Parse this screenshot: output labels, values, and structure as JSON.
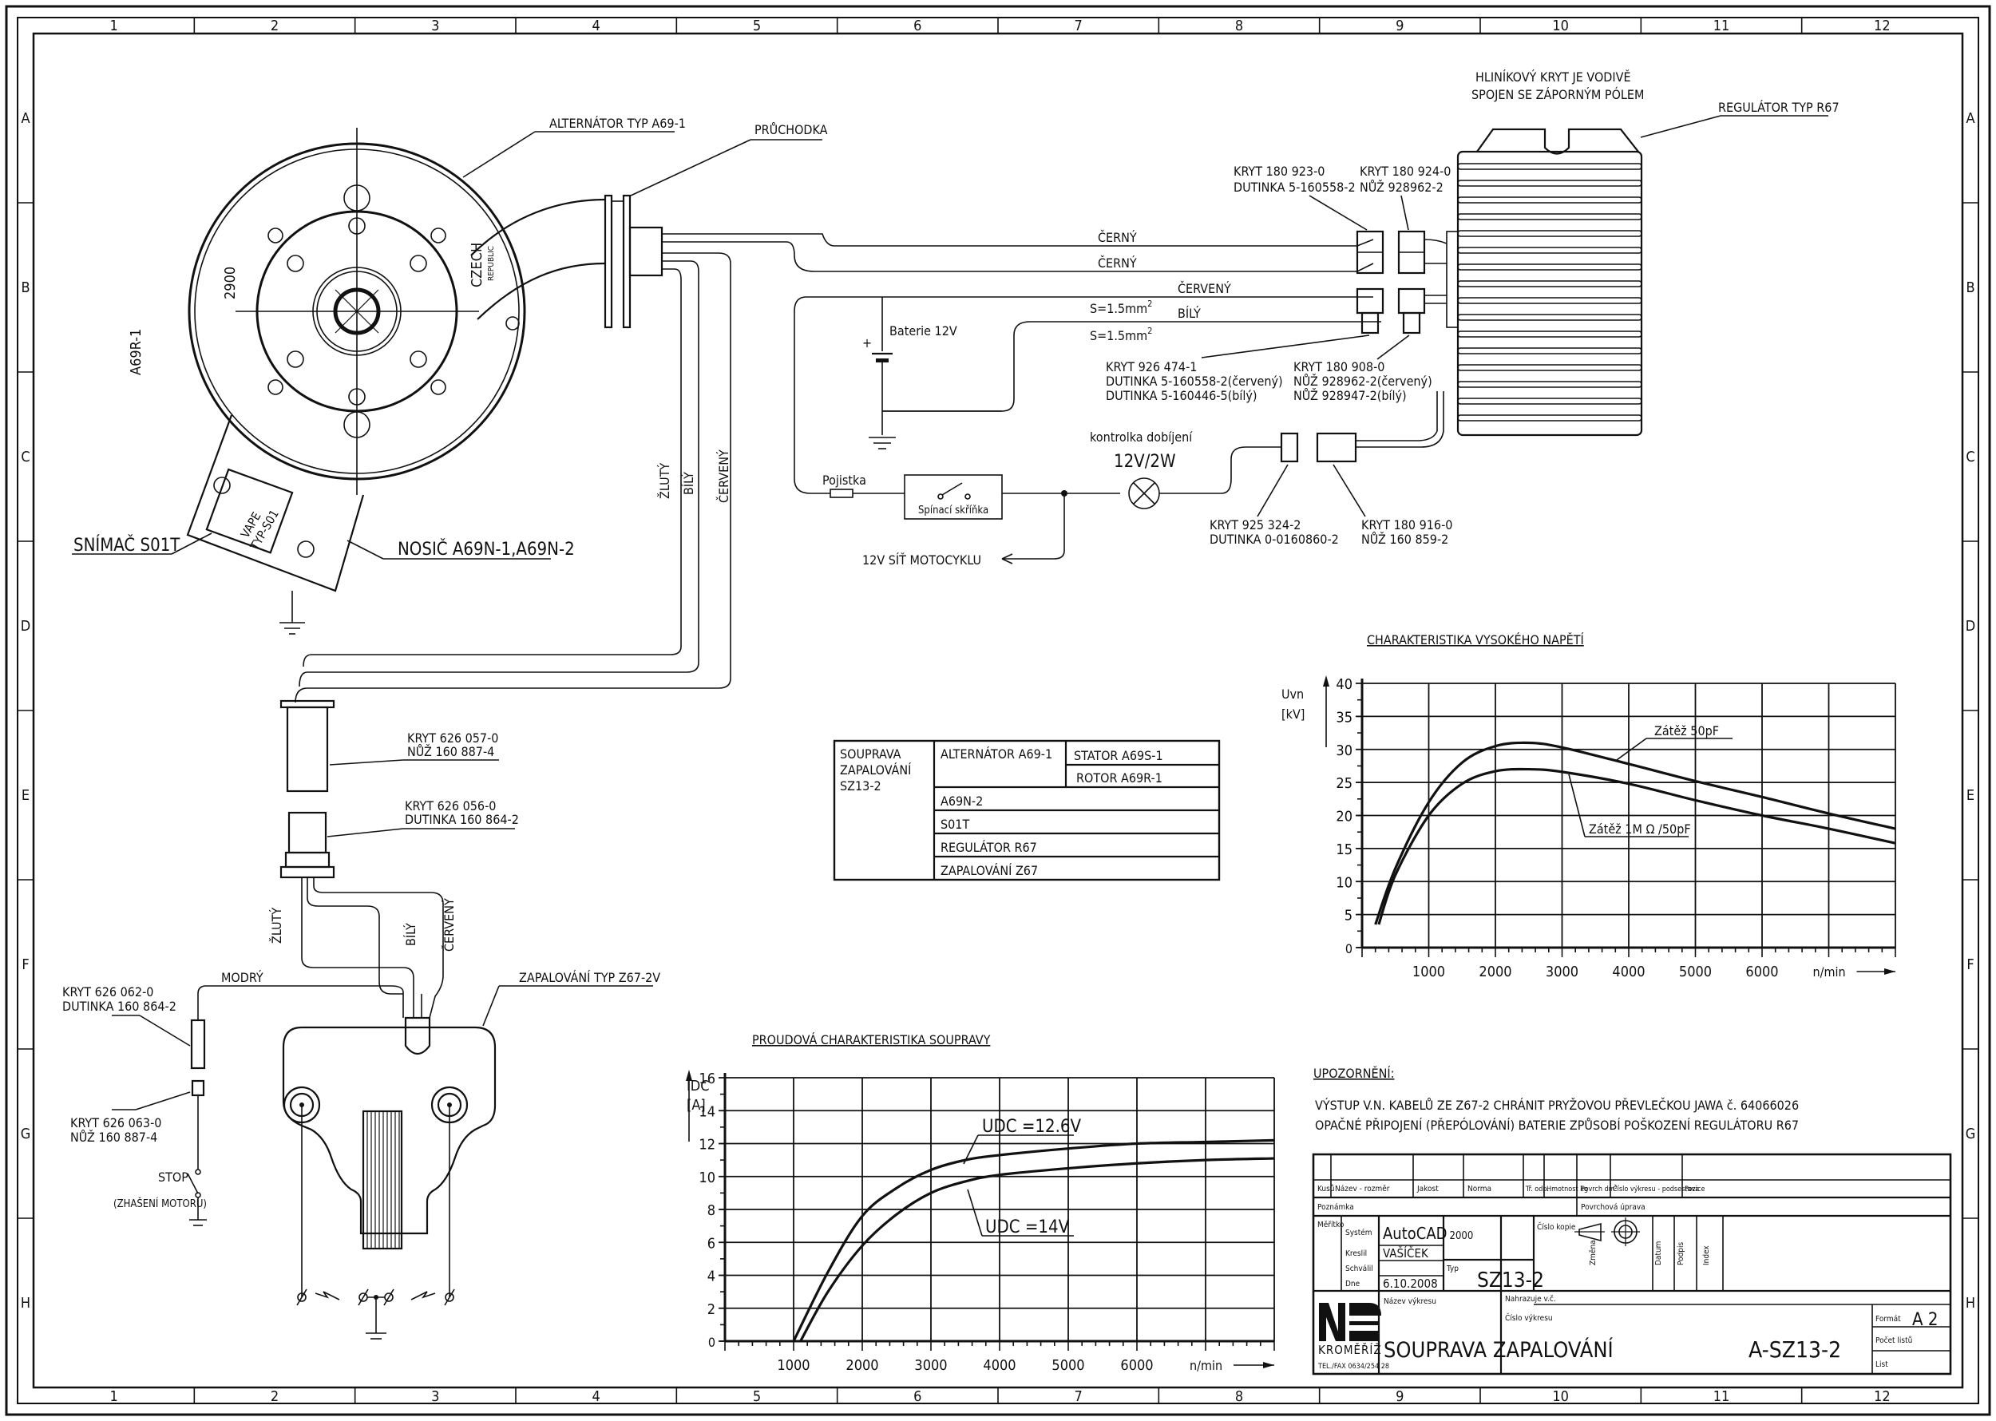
{
  "frame": {
    "columns": [
      "1",
      "2",
      "3",
      "4",
      "5",
      "6",
      "7",
      "8",
      "9",
      "10",
      "11",
      "12"
    ],
    "rows": [
      "A",
      "B",
      "C",
      "D",
      "E",
      "F",
      "G",
      "H"
    ]
  },
  "alternator": {
    "label": "ALTERNÁTOR TYP A69-1",
    "rotor_marking": "A69R-1",
    "rotor_number": "2900",
    "country": "CZECH",
    "country_sub": "REPUBLIC",
    "sensor_label": "SNÍMAČ S01T",
    "sensor_marking_1": "VAPE",
    "sensor_marking_2": "TYP-S01",
    "carrier_label": "NOSIČ A69N-1,A69N-2"
  },
  "grommet": {
    "label": "PRŮCHODKA"
  },
  "regulator": {
    "label": "REGULÁTOR TYP R67",
    "note_line1": "HLINÍKOVÝ KRYT JE VODIVĚ",
    "note_line2": "SPOJEN SE ZÁPORNÝM PÓLEM",
    "conn_a_line1": "KRYT 180 923-0",
    "conn_a_line2": "DUTINKA 5-160558-2",
    "conn_b_line1": "KRYT 180 924-0",
    "conn_b_line2": "NŮŽ 928962-2",
    "conn_c_line1": "KRYT 926 474-1",
    "conn_c_line2": "DUTINKA 5-160558-2(červený)",
    "conn_c_line3": "DUTINKA 5-160446-5(bílý)",
    "conn_d_line1": "KRYT 180 908-0",
    "conn_d_line2": "NŮŽ 928962-2(červený)",
    "conn_d_line3": "NŮŽ 928947-2(bílý)",
    "conn_e_line1": "KRYT 925 324-2",
    "conn_e_line2": "DUTINKA 0-0160860-2",
    "conn_f_line1": "KRYT 180 916-0",
    "conn_f_line2": "NŮŽ 160 859-2"
  },
  "wires": {
    "black1": "ČERNÝ",
    "black2": "ČERNÝ",
    "red": "ČERVENÝ",
    "white": "BÍLÝ",
    "cross_section_1": "S=1.5mm",
    "cross_section_2": "S=1.5mm",
    "sup": "2",
    "yellow": "ŽLUTÝ",
    "white_v": "BÍLÝ",
    "red_v": "ČERVENÝ",
    "yellow2": "ŽLUTÝ",
    "white2": "BÍLÝ",
    "red2": "ČERVENÝ",
    "blue": "MODRÝ"
  },
  "circuit": {
    "battery": "Baterie 12V",
    "plus": "+",
    "fuse": "Pojistka",
    "switchbox": "Spínací skříňka",
    "lamp_label": "kontrolka dobíjení",
    "lamp_rating": "12V/2W",
    "network": "12V SÍŤ MOTOCYKLU"
  },
  "ignition_connectors": {
    "c1_line1": "KRYT 626 057-0",
    "c1_line2": "NŮŽ 160 887-4",
    "c2_line1": "KRYT 626 056-0",
    "c2_line2": "DUTINKA 160 864-2",
    "c3_line1": "KRYT 626 062-0",
    "c3_line2": "DUTINKA 160 864-2",
    "c4_line1": "KRYT 626 063-0",
    "c4_line2": "NŮŽ 160 887-4",
    "stop": "STOP",
    "stop_note": "(ZHAŠENÍ MOTORU)",
    "ignition_label": "ZAPALOVÁNÍ TYP Z67-2V"
  },
  "parts_table": {
    "set_line1": "SOUPRAVA",
    "set_line2": "ZAPALOVÁNÍ",
    "set_line3": "SZ13-2",
    "alternator": "ALTERNÁTOR A69-1",
    "stator": "STATOR A69S-1",
    "rotor": "ROTOR A69R-1",
    "rows": [
      "A69N-2",
      "S01T",
      "REGULÁTOR R67",
      "ZAPALOVÁNÍ Z67"
    ]
  },
  "notice": {
    "title": "UPOZORNĚNÍ:",
    "line1": "VÝSTUP V.N. KABELŮ ZE Z67-2 CHRÁNIT PRYŽOVOU PŘEVLEČKOU JAWA č. 64066026",
    "line2": "OPAČNÉ PŘIPOJENÍ (PŘEPÓLOVÁNÍ) BATERIE ZPŮSOBÍ POŠKOZENÍ REGULÁTORU R67"
  },
  "title_block": {
    "h_kusu": "Kusů",
    "h_nazev": "Název - rozměr",
    "h_jakost": "Jakost",
    "h_norma": "Norma",
    "h_trodp": "Tř. odp.",
    "h_hmotnost": "Hmotnost kg",
    "h_povrch": "Povrch dm²",
    "h_cislo_podsestava": "Číslo výkresu - podsestava",
    "h_pozice": "Pozice",
    "poznamka": "Poznámka",
    "povrchova_uprava": "Povrchová úprava",
    "meritko": "Měřítko",
    "system_label": "Systém",
    "system_value": "AutoCAD",
    "system_version": "2000",
    "kreslil_label": "Kreslil",
    "kreslil_value": "VAŠÍČEK",
    "schvalil_label": "Schválil",
    "dne_label": "Dne",
    "dne_value": "6.10.2008",
    "typ_label": "Typ",
    "typ_value": "SZ13-2",
    "cislo_kopie": "Číslo kopie",
    "zmena": "Změna",
    "datum": "Datum",
    "podpis": "Podpis",
    "index": "Index",
    "company": "KROMĚŘÍŽ",
    "phone": "TEL./FAX   0634/254 28",
    "nazev_vykresu_label": "Název výkresu",
    "nazev_vykresu": "SOUPRAVA ZAPALOVÁNÍ",
    "nahrazuje": "Nahrazuje v.č.",
    "cislo_vykresu_label": "Číslo výkresu",
    "cislo_vykresu": "A-SZ13-2",
    "format_label": "Formát",
    "format_value": "A 2",
    "pocet_listu": "Počet listů",
    "list": "List"
  },
  "chart_data": [
    {
      "type": "line",
      "title": "CHARAKTERISTIKA VYSOKÉHO NAPĚTÍ",
      "ylabel_line1": "Uvn",
      "ylabel_line2": "[kV]",
      "xlabel": "n/min",
      "xlim": [
        0,
        8000
      ],
      "ylim": [
        0,
        40
      ],
      "xticks": [
        1000,
        2000,
        3000,
        4000,
        5000,
        6000
      ],
      "yticks": [
        0,
        5,
        10,
        15,
        20,
        25,
        30,
        35,
        40
      ],
      "grid": true,
      "series": [
        {
          "name": "Zátěž 50pF",
          "x": [
            200,
            500,
            1000,
            1500,
            2000,
            2500,
            3000,
            4000,
            5000,
            6000,
            7000,
            8000
          ],
          "y": [
            3.5,
            12,
            22,
            28,
            30.5,
            31,
            30.3,
            27.8,
            25.2,
            22.8,
            20.3,
            18
          ]
        },
        {
          "name": "Zátěž 1M Ω /50pF",
          "x": [
            250,
            500,
            1000,
            1500,
            2000,
            2500,
            3000,
            4000,
            5000,
            6000,
            7000,
            8000
          ],
          "y": [
            3.5,
            11,
            20,
            24.8,
            26.7,
            27,
            26.6,
            24.8,
            22.3,
            20,
            18,
            15.8
          ]
        }
      ]
    },
    {
      "type": "line",
      "title": "PROUDOVÁ CHARAKTERISTIKA SOUPRAVY",
      "ylabel_line1": "IDC",
      "ylabel_line2": "[A]",
      "xlabel": "n/min",
      "xlim": [
        0,
        8000
      ],
      "ylim": [
        0,
        16
      ],
      "xticks": [
        1000,
        2000,
        3000,
        4000,
        5000,
        6000
      ],
      "yticks": [
        0,
        2,
        4,
        6,
        8,
        10,
        12,
        14,
        16
      ],
      "grid": true,
      "series": [
        {
          "name": "UDC =12.6V",
          "x": [
            1000,
            1500,
            2000,
            2500,
            3000,
            3500,
            4000,
            5000,
            6000,
            7000,
            8000
          ],
          "y": [
            0,
            4.2,
            7.6,
            9.3,
            10.4,
            11,
            11.3,
            11.7,
            12,
            12.1,
            12.2
          ]
        },
        {
          "name": "UDC =14V",
          "x": [
            1100,
            1500,
            2000,
            2500,
            3000,
            3500,
            4000,
            5000,
            6000,
            7000,
            8000
          ],
          "y": [
            0,
            3,
            5.8,
            7.7,
            9,
            9.7,
            10.1,
            10.5,
            10.8,
            11,
            11.1
          ]
        }
      ]
    }
  ]
}
